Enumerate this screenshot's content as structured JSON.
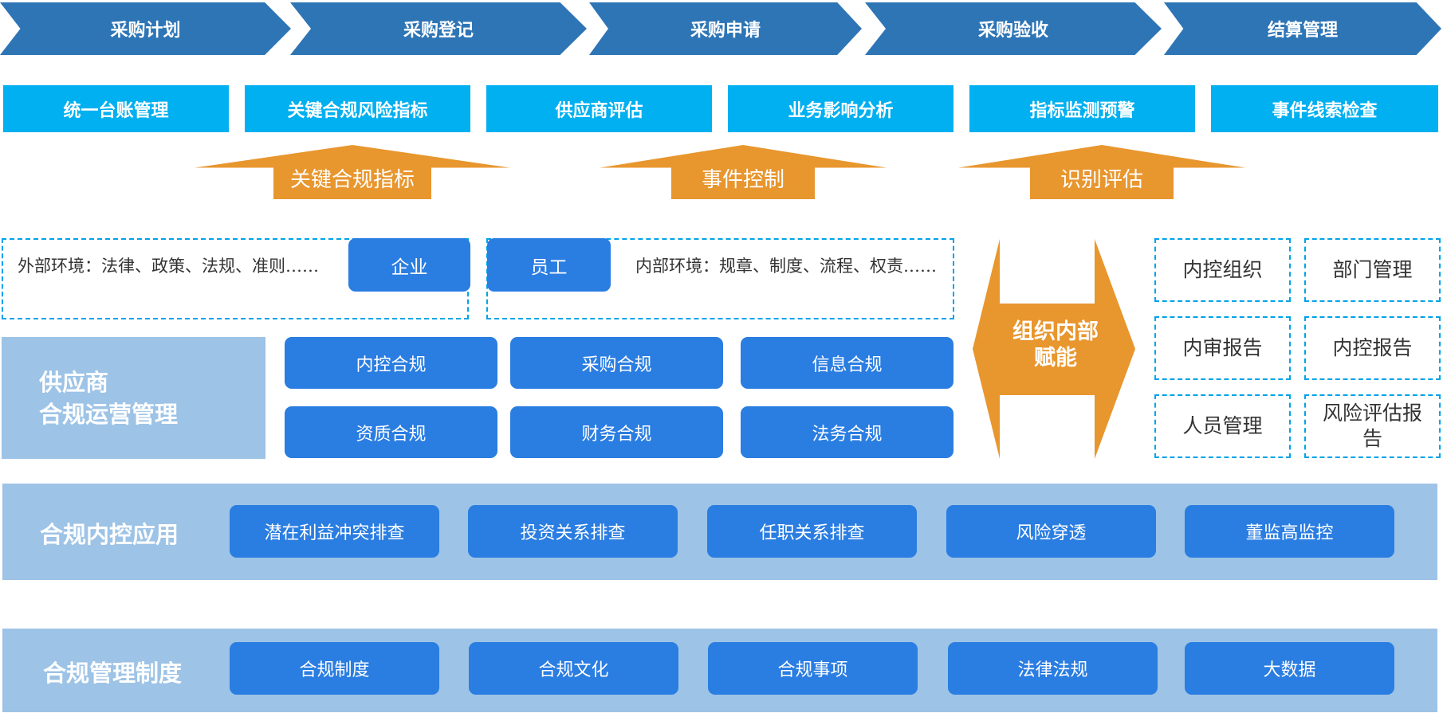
{
  "process_steps": [
    "采购计划",
    "采购登记",
    "采购申请",
    "采购验收",
    "结算管理"
  ],
  "functions": [
    "统一台账管理",
    "关键合规风险指标",
    "供应商评估",
    "业务影响分析",
    "指标监测预警",
    "事件线索检查"
  ],
  "up_arrows": [
    "关键合规指标",
    "事件控制",
    "识别评估"
  ],
  "environment": {
    "external_text": "外部环境：法律、政策、法规、准则……",
    "enterprise": "企业",
    "employee": "员工",
    "internal_text": "内部环境：规章、制度、流程、权责……"
  },
  "supplier": {
    "title_line1": "供应商",
    "title_line2": "合规运营管理",
    "items": [
      "内控合规",
      "采购合规",
      "信息合规",
      "资质合规",
      "财务合规",
      "法务合规"
    ]
  },
  "empower_arrow": {
    "line1": "组织内部",
    "line2": "赋能"
  },
  "org_boxes": [
    "内控组织",
    "部门管理",
    "内审报告",
    "内控报告",
    "人员管理",
    "风险评估报告"
  ],
  "internal_control_app": {
    "title": "合规内控应用",
    "items": [
      "潜在利益冲突排查",
      "投资关系排查",
      "任职关系排查",
      "风险穿透",
      "董监高监控"
    ]
  },
  "compliance_system": {
    "title": "合规管理制度",
    "items": [
      "合规制度",
      "合规文化",
      "合规事项",
      "法律法规",
      "大数据"
    ]
  },
  "colors": {
    "chevron": "#2e75b6",
    "cyan": "#00b0f0",
    "orange": "#e8962e",
    "button_blue": "#2a7de1",
    "light_band": "#9dc3e6",
    "dashed_border": "#00a3e8"
  }
}
